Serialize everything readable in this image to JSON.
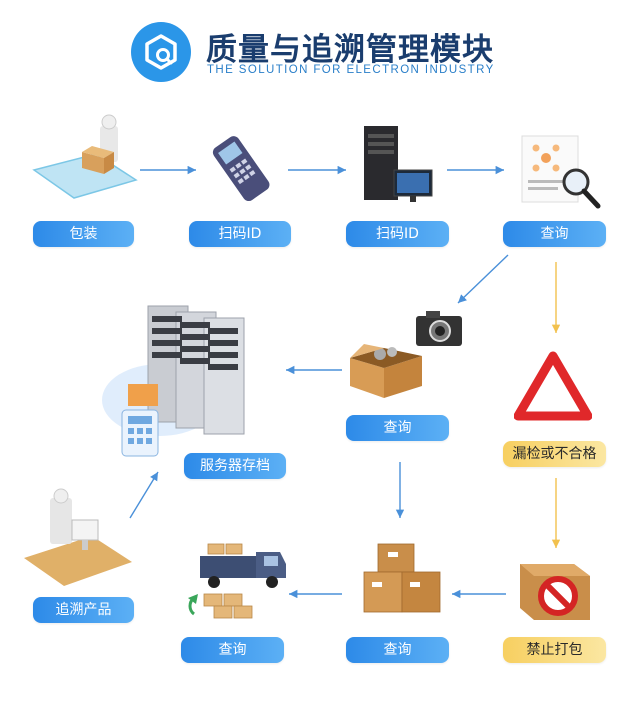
{
  "header": {
    "title": "质量与追溯管理模块",
    "subtitle": "THE SOLUTION FOR ELECTRON INDUSTRY"
  },
  "steps": {
    "pack": "包装",
    "scan1": "扫码ID",
    "scan2": "扫码ID",
    "query_top": "查询",
    "query_mid": "查询",
    "server_archive": "服务器存档",
    "missing_or_unqualified": "漏检或不合格",
    "trace_product": "追溯产品",
    "forbid_pack": "禁止打包",
    "query_bottom_mid": "查询",
    "query_bottom_left": "查询"
  },
  "colors": {
    "accent_blue": "#2b96e8",
    "title_navy": "#1a3d6e",
    "warn_yellow": "#f7cf60",
    "arrow_blue": "#4a90d9",
    "arrow_yellow": "#f2c14e"
  }
}
